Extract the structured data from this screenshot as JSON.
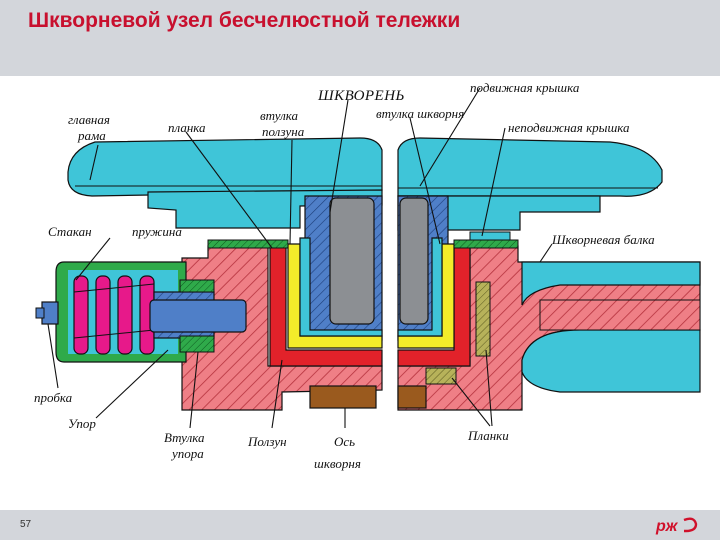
{
  "title": "Шкворневой узел бесчелюстной тележки",
  "page_number": "57",
  "logo_text": "РЖД",
  "colors": {
    "frame": "#3fc5d8",
    "hatch": "#ef7f86",
    "red_liner": "#e2222a",
    "yellow_liner": "#f3ec2a",
    "blue_metal": "#4f7fc8",
    "magenta": "#e7198a",
    "green": "#2faa4a",
    "pin_gray": "#8c8f93",
    "brown": "#9a5a1e"
  },
  "labels": {
    "glavnaya_rama_1": "главная",
    "glavnaya_rama_2": "рама",
    "planka": "планка",
    "vtulka_polzuna_1": "втулка",
    "vtulka_polzuna_2": "ползуна",
    "shkvoren": "ШКВОРЕНЬ",
    "vtulka_shkvornya": "втулка шкворня",
    "podvizhnaya_kryshka": "подвижная крышка",
    "nepodvizhnaya_kryshka": "неподвижная крышка",
    "stakan": "Стакан",
    "pruzhina": "пружина",
    "shkvornevaya_balka": "Шкворневая балка",
    "probka": "пробка",
    "upor": "Упор",
    "vtulka_upora_1": "Втулка",
    "vtulka_upora_2": "упора",
    "polzun": "Ползун",
    "os_shkvornya_1": "Ось",
    "os_shkvornya_2": "шкворня",
    "planki": "Планки"
  }
}
